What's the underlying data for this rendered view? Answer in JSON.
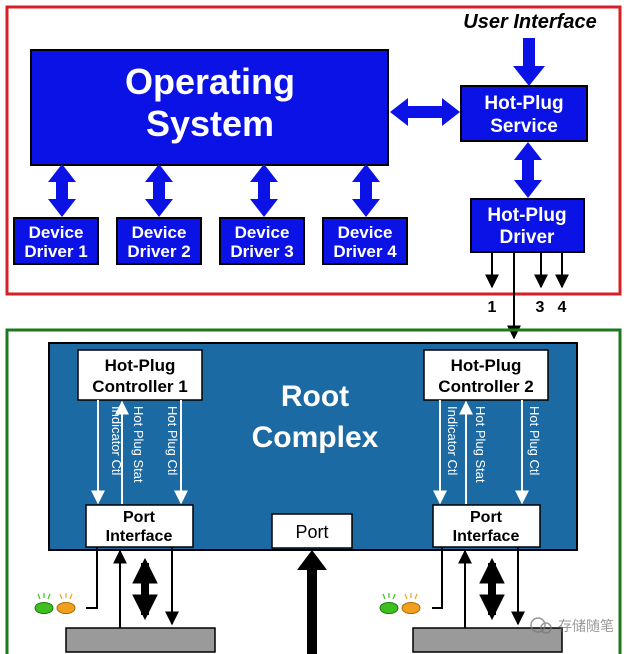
{
  "software": {
    "user_interface": "User Interface",
    "os_line1": "Operating",
    "os_line2": "System",
    "service_line1": "Hot-Plug",
    "service_line2": "Service",
    "hp_driver_line1": "Hot-Plug",
    "hp_driver_line2": "Driver",
    "drivers": [
      {
        "line1": "Device",
        "line2": "Driver 1"
      },
      {
        "line1": "Device",
        "line2": "Driver 2"
      },
      {
        "line1": "Device",
        "line2": "Driver 3"
      },
      {
        "line1": "Device",
        "line2": "Driver 4"
      }
    ],
    "outputs": [
      "1",
      "3",
      "4"
    ]
  },
  "hardware": {
    "root_line1": "Root",
    "root_line2": "Complex",
    "controller1_line1": "Hot-Plug",
    "controller1_line2": "Controller 1",
    "controller2_line1": "Hot-Plug",
    "controller2_line2": "Controller 2",
    "port_interface_line1": "Port",
    "port_interface_line2": "Interface",
    "port": "Port",
    "signals": [
      "Indicator Ctl",
      "Hot Plug Stat",
      "Hot Plug Ctl"
    ]
  },
  "watermark": "存储随笔",
  "colors": {
    "software_border": "#d71f26",
    "hardware_border": "#1c7a1c",
    "software_blue": "#0a12e6",
    "root_blue": "#1c6aa3",
    "slot_gray": "#9a9a9a",
    "led_green": "#3fbf1f",
    "led_orange": "#f0a020"
  }
}
